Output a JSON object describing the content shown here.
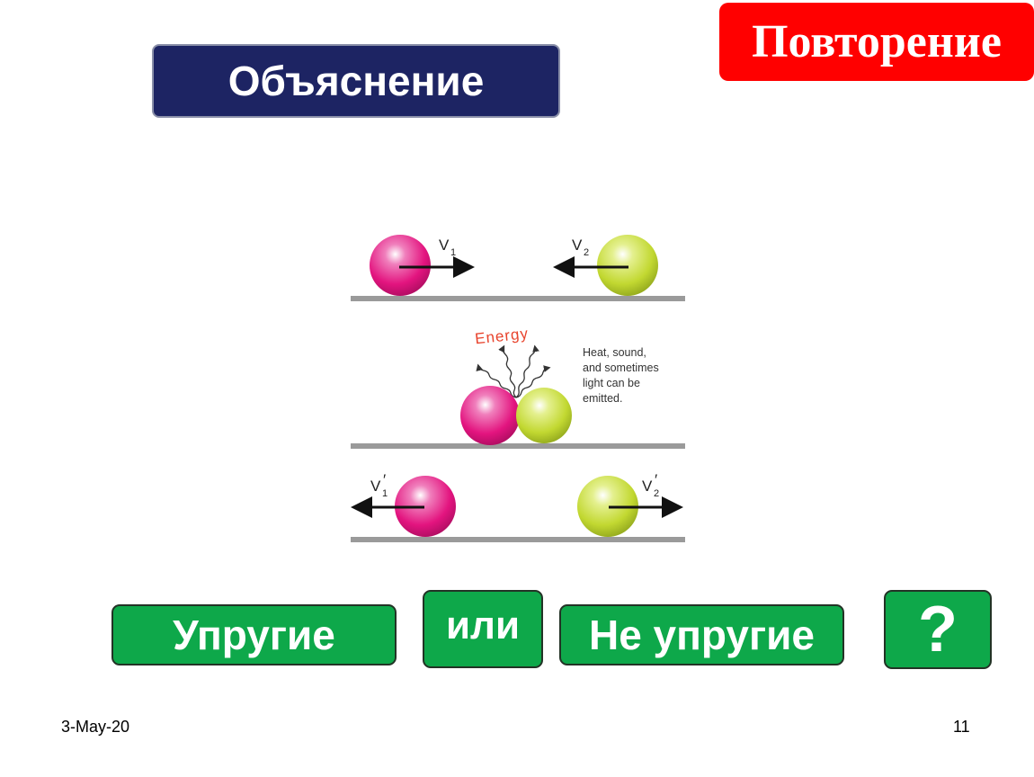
{
  "buttons": {
    "explain": "Объяснение",
    "repeat": "Повторение",
    "elastic": "Упругие",
    "or": "или",
    "inelastic": "Не упругие",
    "question": "?"
  },
  "diagram": {
    "v1": "V",
    "v1_sub": "1",
    "v2": "V",
    "v2_sub": "2",
    "v1_prime": "V",
    "v1_prime_sub": "1",
    "v2_prime": "V",
    "v2_prime_sub": "2",
    "prime_mark": "′",
    "energy": "Energy",
    "note_lines": [
      "Heat, sound,",
      "and sometimes",
      "light can be",
      "emitted."
    ]
  },
  "footer": {
    "date": "3-May-20",
    "page": "11"
  },
  "colors": {
    "nav_blue": "#1d2463",
    "repeat_red": "#ff0000",
    "answer_green": "#0ea84a",
    "ball_pink": "#e3147f",
    "ball_lime": "#c2d831",
    "energy_red": "#e8432c"
  }
}
